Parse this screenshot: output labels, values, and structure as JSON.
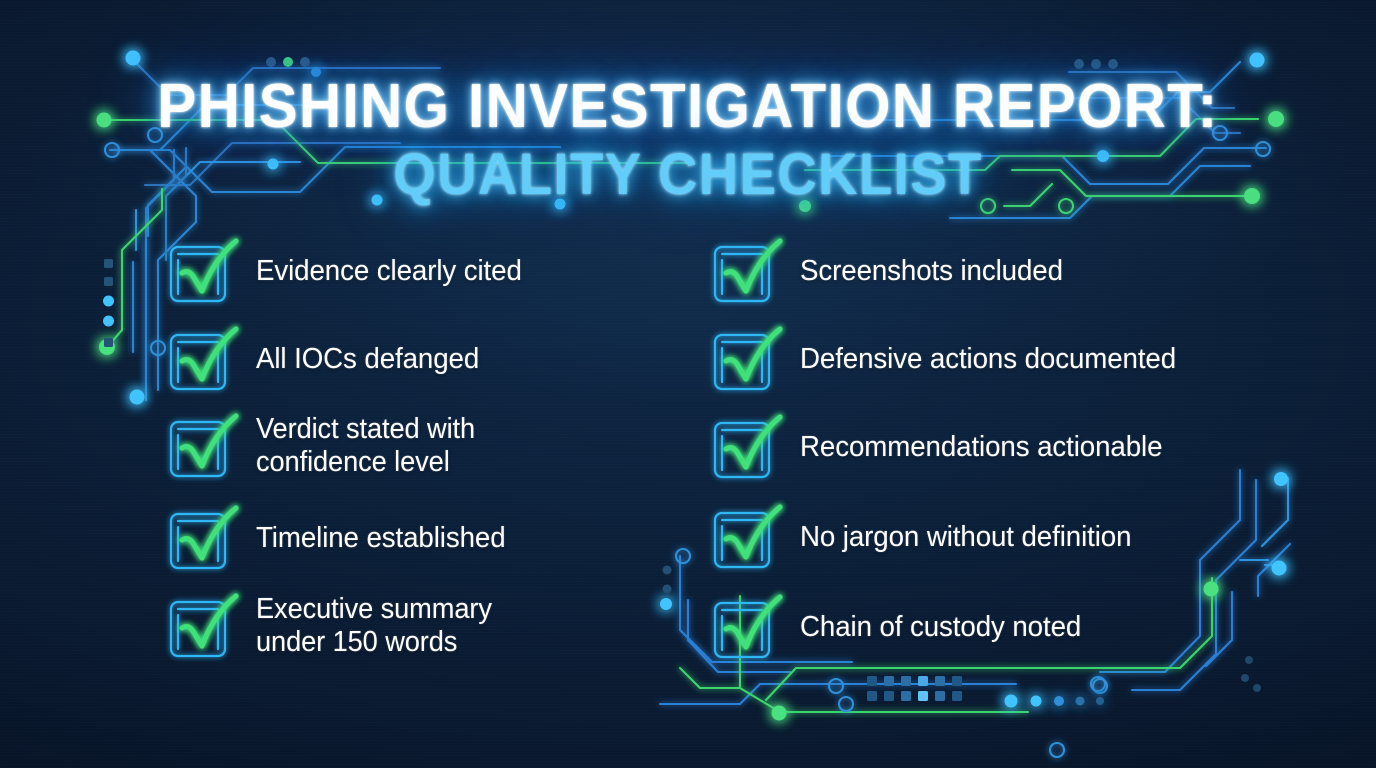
{
  "title": {
    "line1": "PHISHING INVESTIGATION REPORT:",
    "line2": "QUALITY CHECKLIST"
  },
  "colors": {
    "background": "#081529",
    "background_center": "#0e2745",
    "title_main": "#ffffff",
    "title_glow": "#3da5f0",
    "title_sub": "#63cdf9",
    "label_text": "#ffffff",
    "checkbox_stroke": "#2fb6f5",
    "check_mark": "#3fe07a",
    "trace_blue": "#2b7fd4",
    "trace_cyan": "#39b4f0",
    "trace_green": "#3bd46e",
    "node_blue": "#3fc3ff",
    "node_green": "#49e07f"
  },
  "checklist": {
    "left_column": [
      {
        "label": "Evidence clearly cited",
        "icon": "checkbox-checked-icon",
        "checked": true
      },
      {
        "label": "All IOCs defanged",
        "icon": "checkbox-checked-icon",
        "checked": true
      },
      {
        "label": "Verdict stated with\nconfidence level",
        "icon": "checkbox-checked-icon",
        "checked": true
      },
      {
        "label": "Timeline established",
        "icon": "checkbox-checked-icon",
        "checked": true
      },
      {
        "label": "Executive summary\nunder 150 words",
        "icon": "checkbox-checked-icon",
        "checked": true
      }
    ],
    "right_column": [
      {
        "label": "Screenshots included",
        "icon": "checkbox-checked-icon",
        "checked": true
      },
      {
        "label": "Defensive actions documented",
        "icon": "checkbox-checked-icon",
        "checked": true
      },
      {
        "label": "Recommendations actionable",
        "icon": "checkbox-checked-icon",
        "checked": true
      },
      {
        "label": "No jargon without definition",
        "icon": "checkbox-checked-icon",
        "checked": true
      },
      {
        "label": "Chain of custody noted",
        "icon": "checkbox-checked-icon",
        "checked": true
      }
    ]
  },
  "decoration": {
    "style": "circuit-board-traces",
    "description": "Neon circuit-board traces with glowing node terminals, ring vias and dot-matrix blocks framing the layout"
  }
}
